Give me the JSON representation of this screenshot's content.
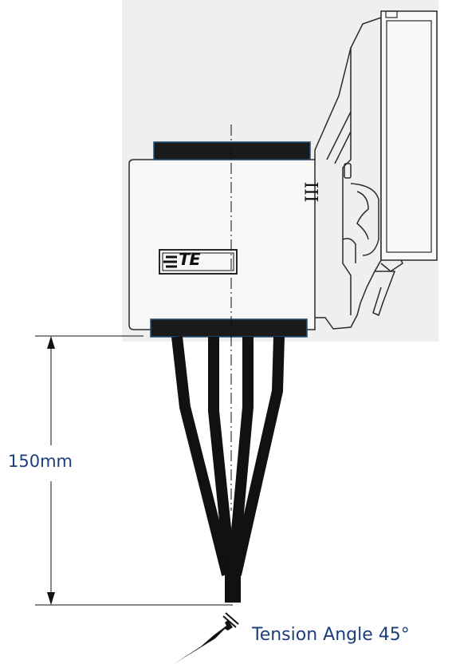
{
  "dimension_label": "150mm",
  "angle_label": "Tension Angle 45°",
  "logo_text": "TE",
  "mark_text": "III",
  "colors": {
    "label": "#1c3f7a",
    "ink": "#111111",
    "housing_fill": "#f7f7f7",
    "band": "#1a1a1a",
    "band_border": "#1f4f7a"
  }
}
